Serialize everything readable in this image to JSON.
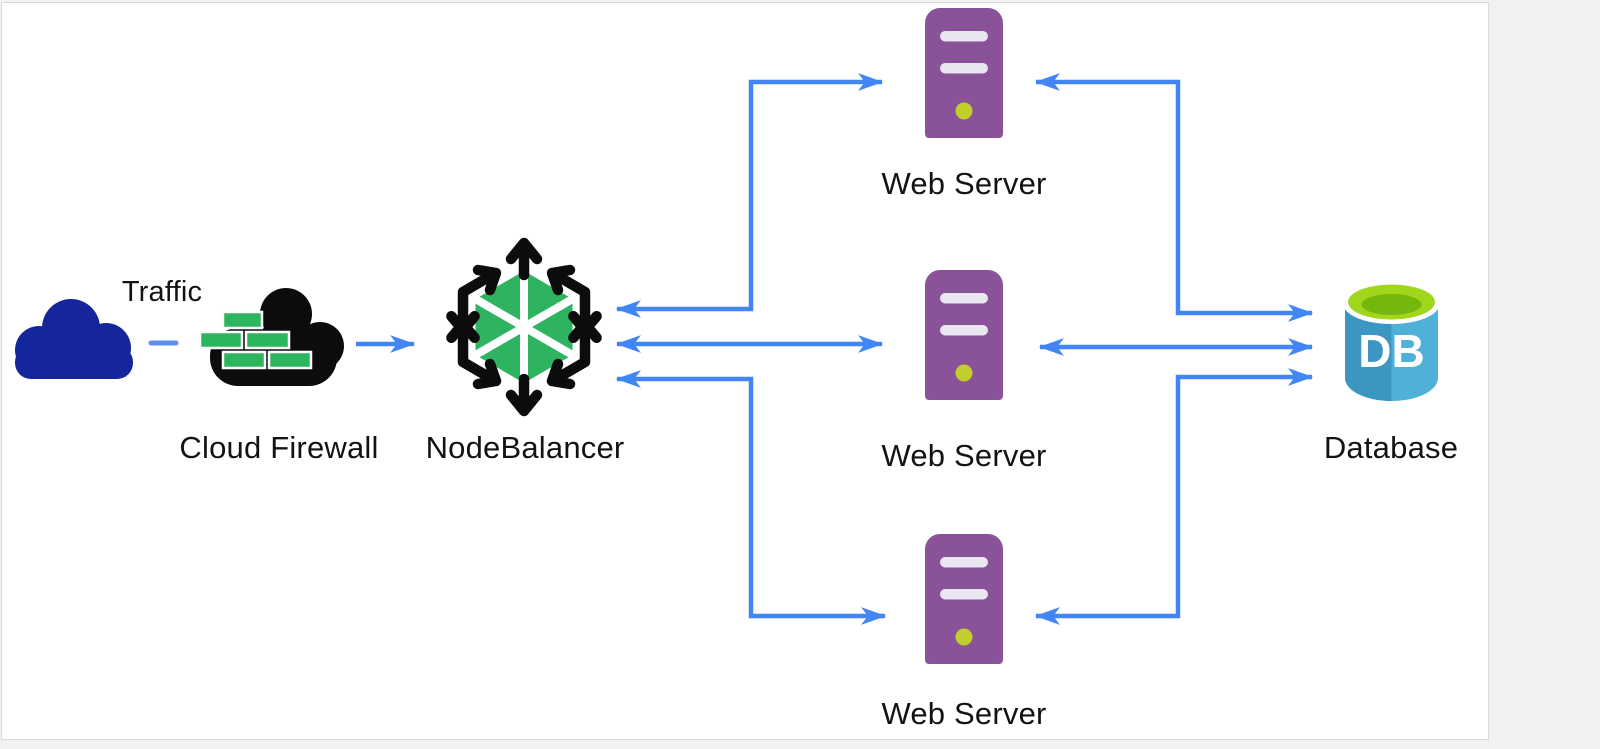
{
  "diagram": {
    "nodes": {
      "traffic": {
        "label": "Traffic"
      },
      "firewall": {
        "label": "Cloud Firewall"
      },
      "nodebalancer": {
        "label": "NodeBalancer"
      },
      "webserver1": {
        "label": "Web Server"
      },
      "webserver2": {
        "label": "Web Server"
      },
      "webserver3": {
        "label": "Web Server"
      },
      "database": {
        "label": "Database",
        "badge": "DB"
      }
    },
    "edges": [
      {
        "from": "traffic",
        "to": "firewall",
        "style": "dashed",
        "direction": "none"
      },
      {
        "from": "firewall",
        "to": "nodebalancer",
        "style": "solid",
        "direction": "forward"
      },
      {
        "from": "nodebalancer",
        "to": "webserver1",
        "style": "solid",
        "direction": "both"
      },
      {
        "from": "nodebalancer",
        "to": "webserver2",
        "style": "solid",
        "direction": "both"
      },
      {
        "from": "nodebalancer",
        "to": "webserver3",
        "style": "solid",
        "direction": "both"
      },
      {
        "from": "webserver1",
        "to": "database",
        "style": "solid",
        "direction": "both"
      },
      {
        "from": "webserver2",
        "to": "database",
        "style": "solid",
        "direction": "both"
      },
      {
        "from": "webserver3",
        "to": "database",
        "style": "solid",
        "direction": "both"
      }
    ],
    "colors": {
      "arrow": "#4285f4",
      "arrow_dash": "#5d8ff0",
      "traffic_cloud": "#15269d",
      "firewall_cloud": "#0c0c0c",
      "firewall_brick": "#2db55d",
      "nodebalancer_green": "#2eb360",
      "nodebalancer_black": "#0c0c0c",
      "server_body": "#8a5299",
      "server_slot": "#e8e6ee",
      "server_led": "#c0cf2b",
      "db_body_light": "#4fb0d8",
      "db_body_dark": "#3c96c2",
      "db_top_outer": "#a2d61c",
      "db_top_inner": "#74b80e",
      "canvas_bg": "#ffffff",
      "canvas_border": "#d9d9d9",
      "page_bg": "#f1f1f2",
      "label_text": "#131313"
    }
  }
}
